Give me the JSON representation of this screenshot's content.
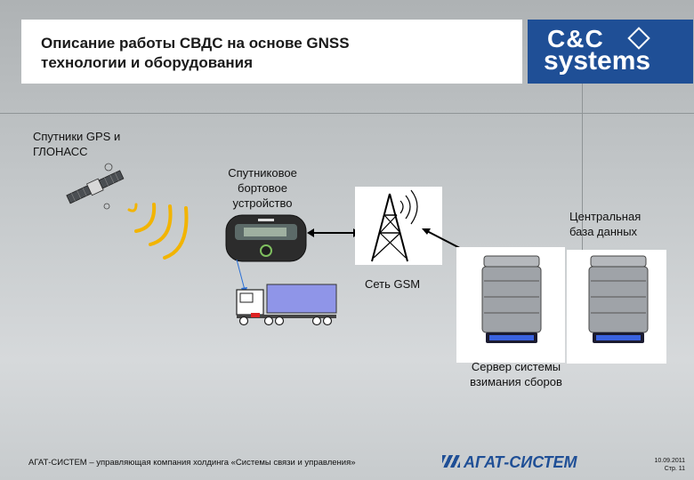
{
  "header": {
    "title_line1": "Описание работы СВДС на основе GNSS",
    "title_line2": "технологии и оборудования",
    "logo_line1": "C&C",
    "logo_line2": "systems"
  },
  "diagram": {
    "satellites_line1": "Спутники GPS и",
    "satellites_line2": "ГЛОНАСС",
    "onboard_line1": "Спутниковое",
    "onboard_line2": "бортовое",
    "onboard_line3": "устройство",
    "gsm_label": "Сеть GSM",
    "central_line1": "Центральная",
    "central_line2": "база данных",
    "server_line1": "Сервер системы",
    "server_line2": "взимания сборов"
  },
  "footer": {
    "text": "АГАТ-СИСТЕМ – управляющая компания холдинга «Системы связи и управления»",
    "logo": "АГАТ-СИСТЕМ",
    "date": "10.09.2011",
    "page": "Стр. 11"
  },
  "colors": {
    "logo_blue": "#1f4f96",
    "signal_orange": "#f2b400",
    "truck_trailer": "#8f95e8"
  }
}
